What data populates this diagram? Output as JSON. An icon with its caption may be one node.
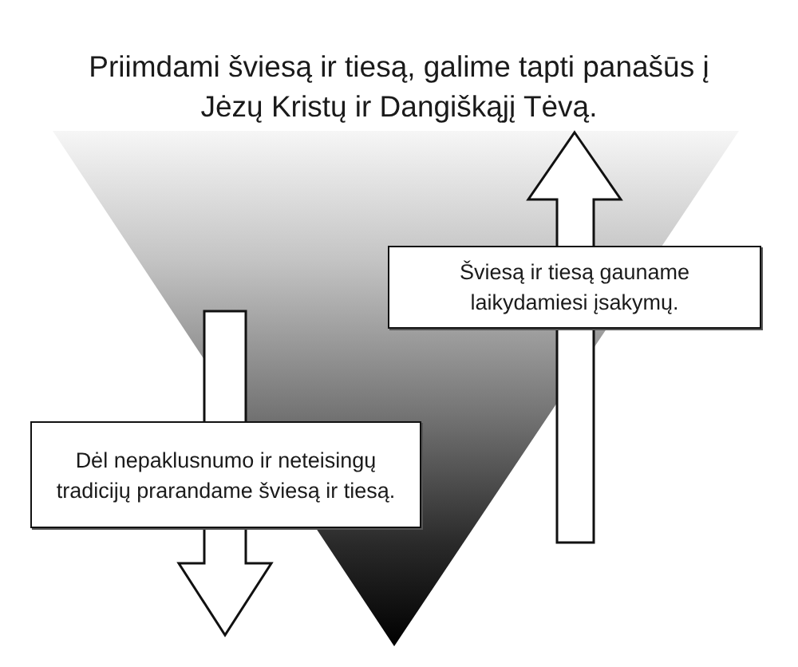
{
  "diagram": {
    "title": "Priimdami šviesą ir tiesą, galime tapti panašūs į Jėzų Kristų ir Dangiškąjį Tėvą.",
    "nodes": [
      {
        "text": [
          "Šviesą ir tiesą gauname laikydamiesi įsakymų."
        ]
      },
      {
        "text": [
          "Dėl nepaklusnumo ir neteisingų tradicijų prarandame šviesą ir tiesą."
        ]
      }
    ]
  }
}
